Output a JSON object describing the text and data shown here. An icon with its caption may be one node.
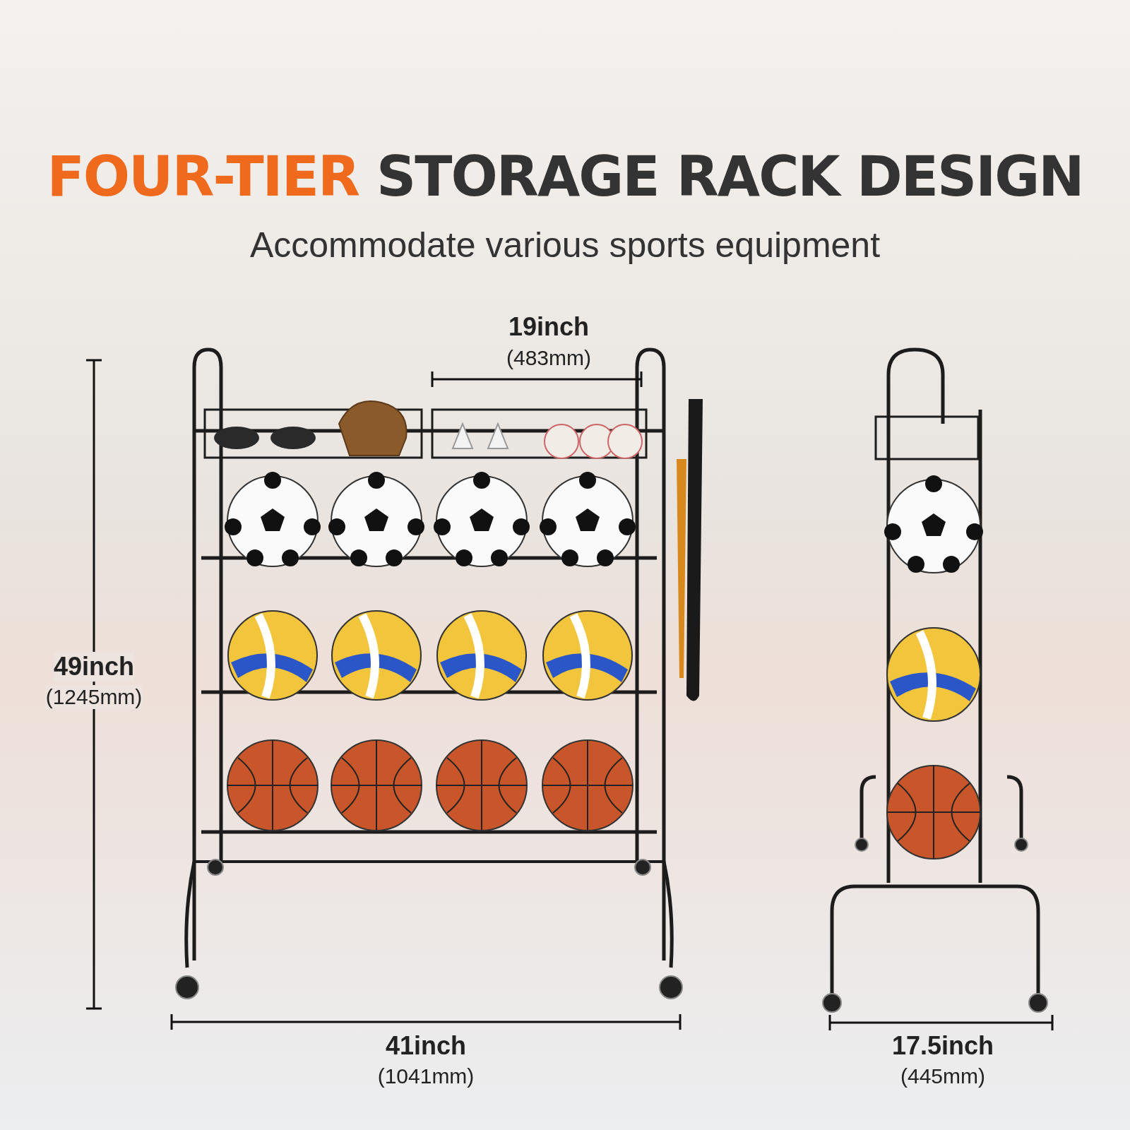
{
  "diagram": {
    "title": "FOUR-TIER STORAGE RACK DESIGN",
    "labels": [
      "Accommodate various sports equipment",
      "19inch",
      "(483mm)",
      "49inch",
      "(1245mm)",
      "41inch",
      "(1041mm)",
      "17.5inch",
      "(445mm)"
    ]
  }
}
